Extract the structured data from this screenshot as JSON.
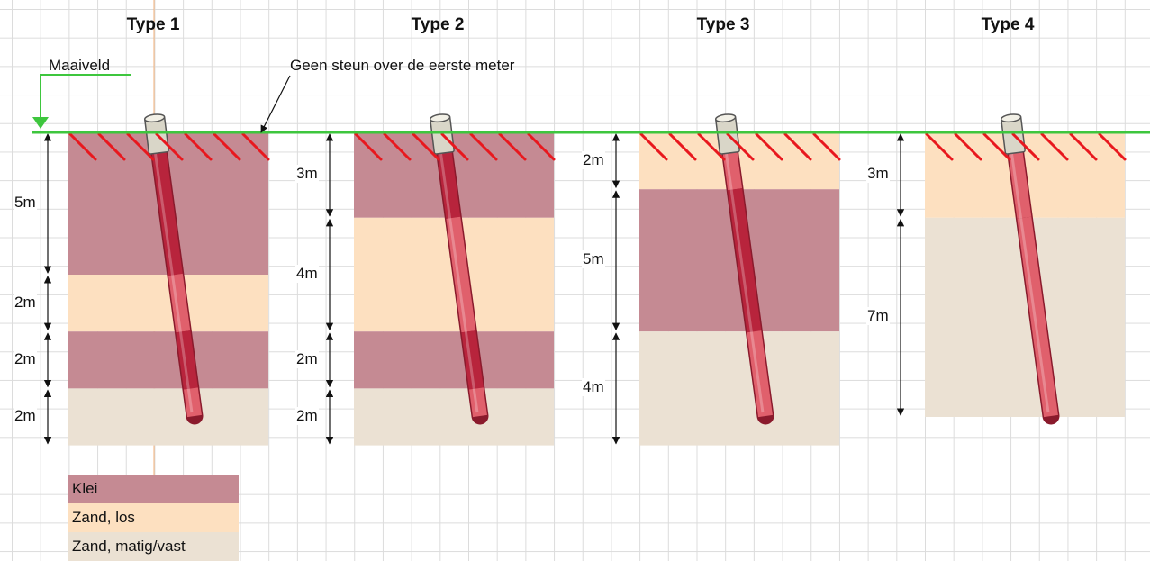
{
  "ground_label": "Maaiveld",
  "note": "Geen steun over de eerste meter",
  "colors": {
    "klei": "#c58a93",
    "zand_los": "#fde0c0",
    "zand_matig": "#ebe1d3",
    "ground_line": "#3ec63e",
    "hatch": "#e8181e",
    "pile_dark": "#b8243c",
    "pile_light": "#e0606c",
    "pile_head": "#d9d6c8"
  },
  "types": [
    {
      "title": "Type 1",
      "layers": [
        {
          "soil": "klei",
          "thickness": 5,
          "label": "5m"
        },
        {
          "soil": "zand_los",
          "thickness": 2,
          "label": "2m"
        },
        {
          "soil": "klei",
          "thickness": 2,
          "label": "2m"
        },
        {
          "soil": "zand_matig",
          "thickness": 2,
          "label": "2m"
        }
      ]
    },
    {
      "title": "Type 2",
      "layers": [
        {
          "soil": "klei",
          "thickness": 3,
          "label": "3m"
        },
        {
          "soil": "zand_los",
          "thickness": 4,
          "label": "4m"
        },
        {
          "soil": "klei",
          "thickness": 2,
          "label": "2m"
        },
        {
          "soil": "zand_matig",
          "thickness": 2,
          "label": "2m"
        }
      ]
    },
    {
      "title": "Type 3",
      "layers": [
        {
          "soil": "zand_los",
          "thickness": 2,
          "label": "2m"
        },
        {
          "soil": "klei",
          "thickness": 5,
          "label": "5m"
        },
        {
          "soil": "zand_matig",
          "thickness": 4,
          "label": "4m"
        }
      ]
    },
    {
      "title": "Type 4",
      "layers": [
        {
          "soil": "zand_los",
          "thickness": 3,
          "label": "3m"
        },
        {
          "soil": "zand_matig",
          "thickness": 7,
          "label": "7m"
        }
      ]
    }
  ],
  "legend": [
    {
      "soil": "klei",
      "label": "Klei"
    },
    {
      "soil": "zand_los",
      "label": "Zand, los"
    },
    {
      "soil": "zand_matig",
      "label": "Zand, matig/vast"
    }
  ]
}
